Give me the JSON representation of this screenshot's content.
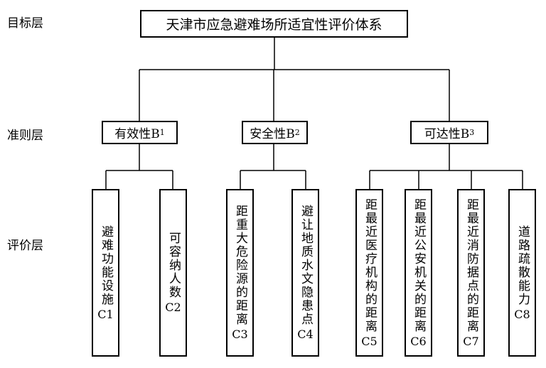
{
  "layers": {
    "goal_label": "目标层",
    "criteria_label": "准则层",
    "indicator_label": "评价层"
  },
  "goal": "天津市应急避难场所适宜性评价体系",
  "criteria": [
    {
      "name": "有效性B",
      "sub": "1"
    },
    {
      "name": "安全性B",
      "sub": "2"
    },
    {
      "name": "可达性B",
      "sub": "3"
    }
  ],
  "indicators": [
    {
      "text": "避难功能设施",
      "code": "C1"
    },
    {
      "text": "可容纳人数",
      "code": "C2"
    },
    {
      "text": "距重大危险源的距离",
      "code": "C3"
    },
    {
      "text": "避让地质水文隐患点",
      "code": "C4"
    },
    {
      "text": "距最近医疗机构的距离",
      "code": "C5"
    },
    {
      "text": "距最近公安机关的距离",
      "code": "C6"
    },
    {
      "text": "距最近消防据点的距离",
      "code": "C7"
    },
    {
      "text": "道路疏散能力",
      "code": "C8"
    }
  ]
}
